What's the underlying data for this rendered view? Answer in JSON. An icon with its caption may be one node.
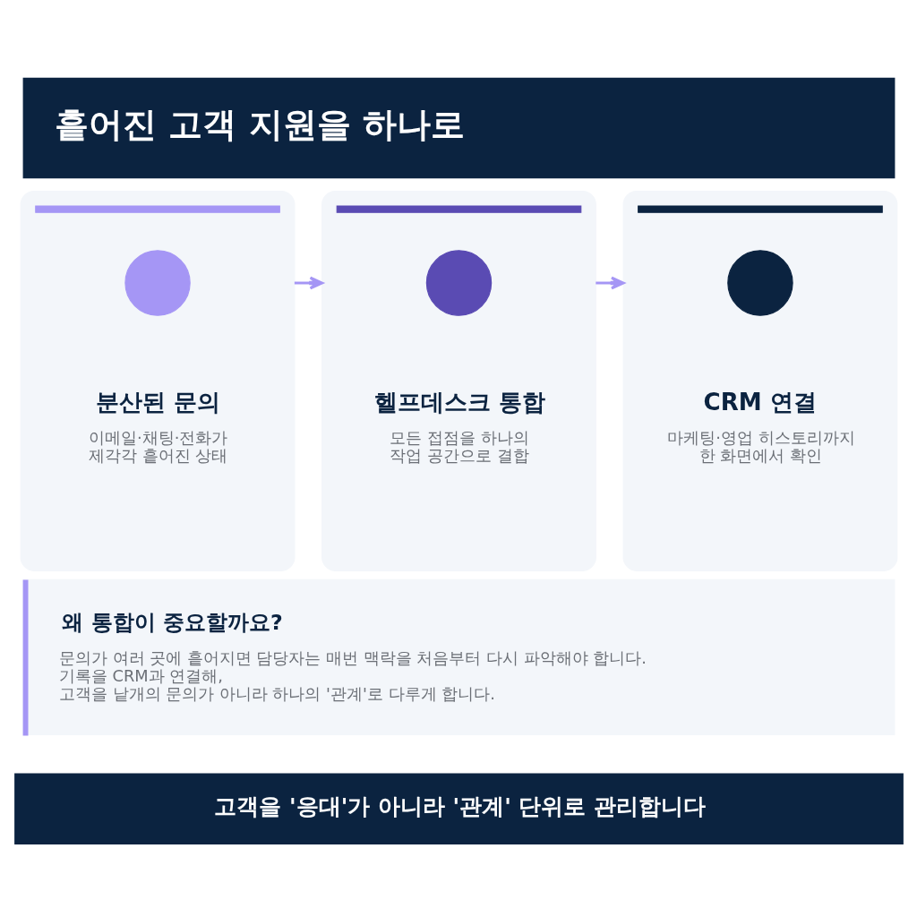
{
  "diagram": {
    "title": "흩어진 고객 지원을 하나로",
    "caption": "고객을 '응대'가 아니라 '관계' 단위로 관리합니다",
    "nodes": [
      {
        "text": [
          "분산된 문의",
          "이메일·채팅·전화가 제각각 흩어진 상태"
        ]
      },
      {
        "text": [],
        "shape": "circle",
        "in": 0
      },
      {
        "text": [
          "헬프데스크 통합",
          "모든 접점을 하나의 작업 공간으로 결합"
        ]
      },
      {
        "text": [],
        "shape": "circle",
        "in": 2
      },
      {
        "text": [
          "CRM 연결",
          "마케팅·영업 히스토리까지 한 화면에서 확인"
        ]
      },
      {
        "text": [],
        "shape": "circle",
        "in": 4
      },
      {
        "text": [
          "왜 통합이 중요할까요?",
          "문의가 여러 곳에 흩어지면 담당자는 매번 맥락을 처음부터 다시 파악해야 합니다. 기록을 CRM과 연결해, 고객을 낱개의 문의가 아니라 하나의 '관계'로 다루게 합니다."
        ]
      }
    ],
    "edges": [
      {
        "from": 0,
        "to": 2,
        "arrow": "to"
      },
      {
        "from": 2,
        "to": 4,
        "arrow": "to"
      }
    ]
  }
}
